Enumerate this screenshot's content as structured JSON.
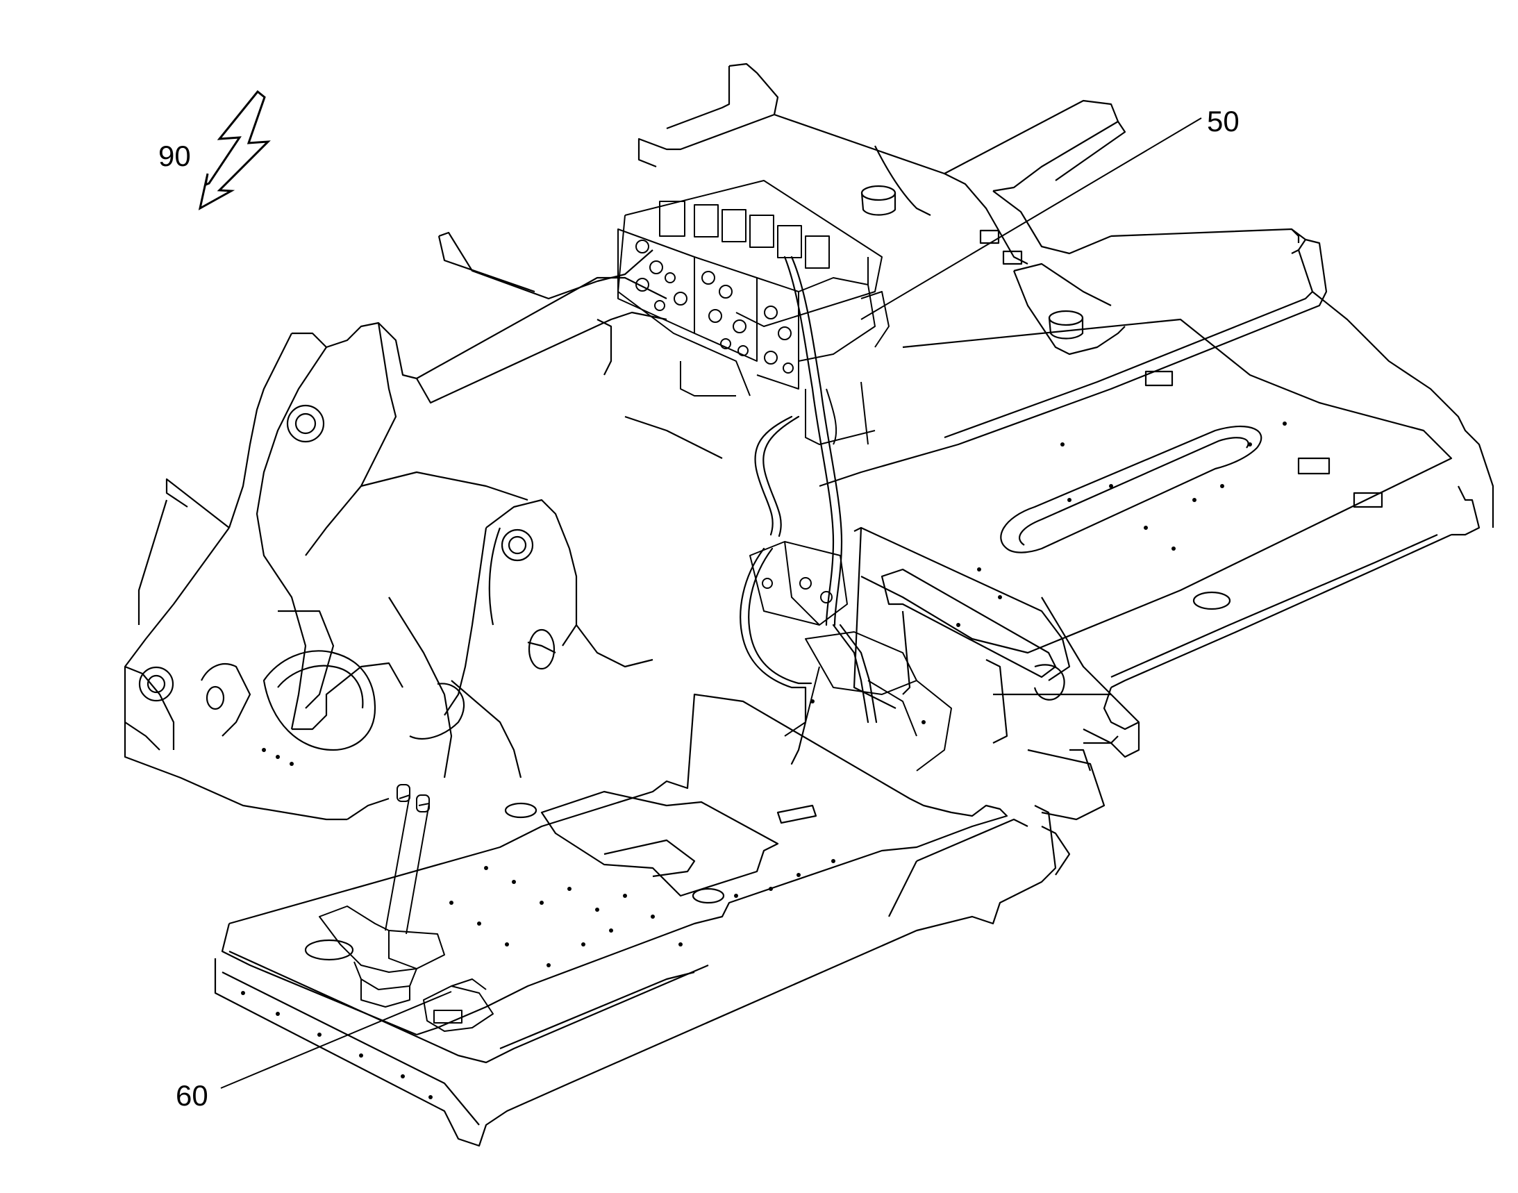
{
  "figure": {
    "background": "#ffffff",
    "line_color": "#000000",
    "reference_numerals": {
      "n90": "90",
      "n50": "50",
      "n60": "60"
    },
    "icons": [
      "lightning-bolt-icon"
    ]
  }
}
